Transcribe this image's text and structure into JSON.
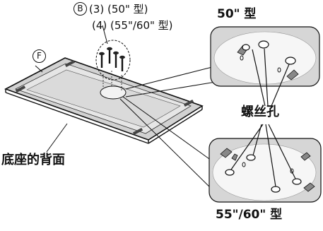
{
  "labels": {
    "part_b": "B",
    "screws_50": "(3) (50\" 型)",
    "screws_55_60": "(4) (55\"/60\" 型)",
    "part_f": "F",
    "model_50": "50\" 型",
    "screw_holes": "螺丝孔",
    "base_back": "底座的背面",
    "model_55_60": "55\"/60\" 型"
  },
  "icons": {
    "base": "stand-base-plate",
    "screw": "screw",
    "hole": "screw-hole",
    "detail": "detail-zoom-callout"
  },
  "colors": {
    "fill_light": "#e9e9e9",
    "fill_mid": "#cfcfcf",
    "stroke": "#111111"
  }
}
